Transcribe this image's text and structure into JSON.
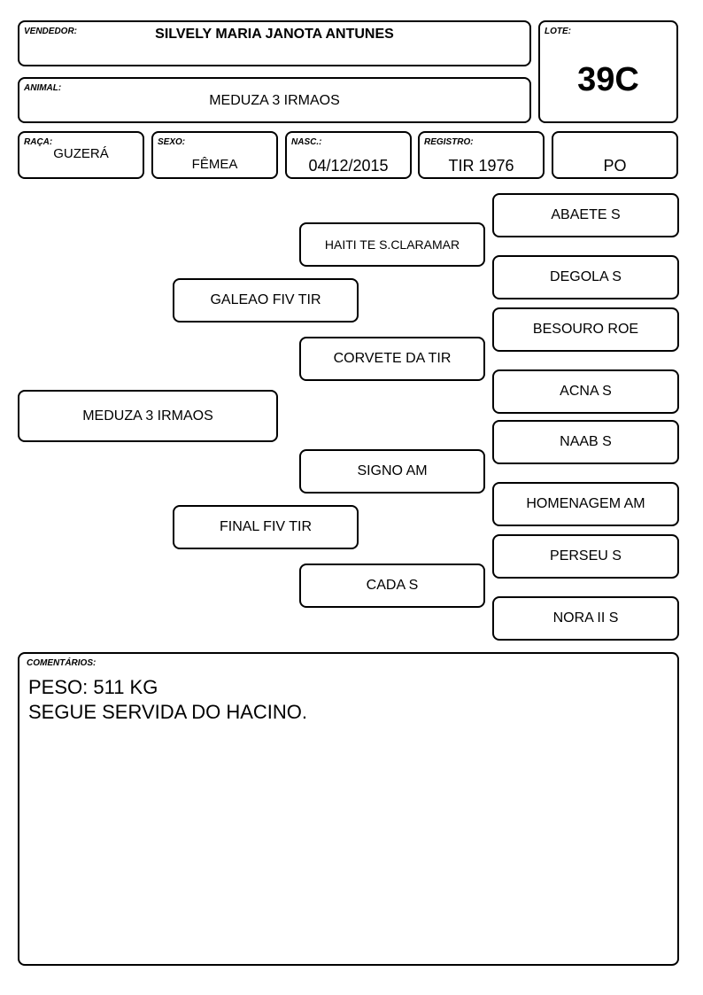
{
  "header": {
    "vendedor_label": "VENDEDOR:",
    "vendedor": "SILVELY MARIA JANOTA ANTUNES",
    "animal_label": "ANIMAL:",
    "animal": "MEDUZA 3 IRMAOS",
    "lote_label": "LOTE:",
    "lote": "39C"
  },
  "info": {
    "raca_label": "RAÇA:",
    "raca": "GUZERÁ",
    "sexo_label": "SEXO:",
    "sexo": "FÊMEA",
    "nasc_label": "NASC.:",
    "nasc": "04/12/2015",
    "registro_label": "REGISTRO:",
    "registro": "TIR 1976",
    "categoria": "PO"
  },
  "pedigree": {
    "animal": "MEDUZA 3 IRMAOS",
    "sire": "GALEAO FIV TIR",
    "dam": "FINAL FIV TIR",
    "sire_sire": "HAITI TE S.CLARAMAR",
    "sire_dam": "CORVETE DA TIR",
    "dam_sire": "SIGNO AM",
    "dam_dam": "CADA S",
    "ggp": [
      "ABAETE S",
      "DEGOLA S",
      "BESOURO ROE",
      "ACNA S",
      "NAAB S",
      "HOMENAGEM AM",
      "PERSEU S",
      "NORA II S"
    ]
  },
  "comments": {
    "label": "COMENTÁRIOS:",
    "text": "PESO: 511 KG\nSEGUE SERVIDA DO HACINO."
  }
}
